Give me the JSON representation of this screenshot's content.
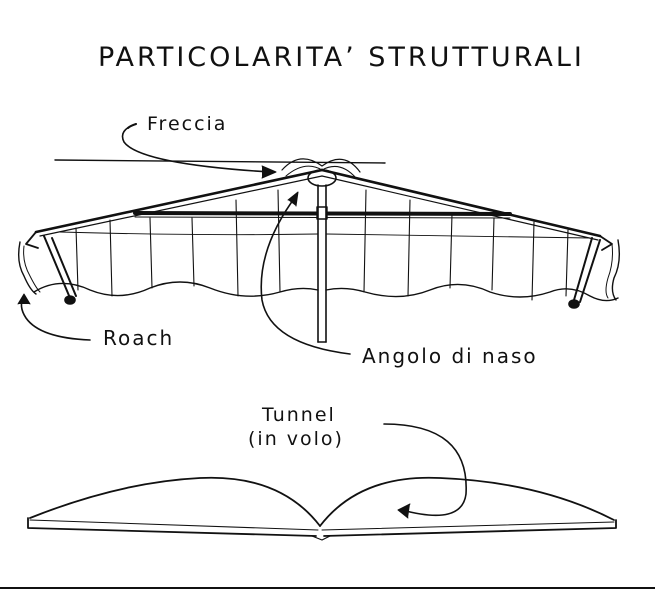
{
  "title": "PARTICOLARITA’ STRUTTURALI",
  "labels": {
    "freccia": "Freccia",
    "roach": "Roach",
    "angolo_di_naso": "Angolo di naso",
    "tunnel_line1": "Tunnel",
    "tunnel_line2": "(in volo)"
  },
  "colors": {
    "ink": "#111111",
    "background": "#ffffff"
  }
}
